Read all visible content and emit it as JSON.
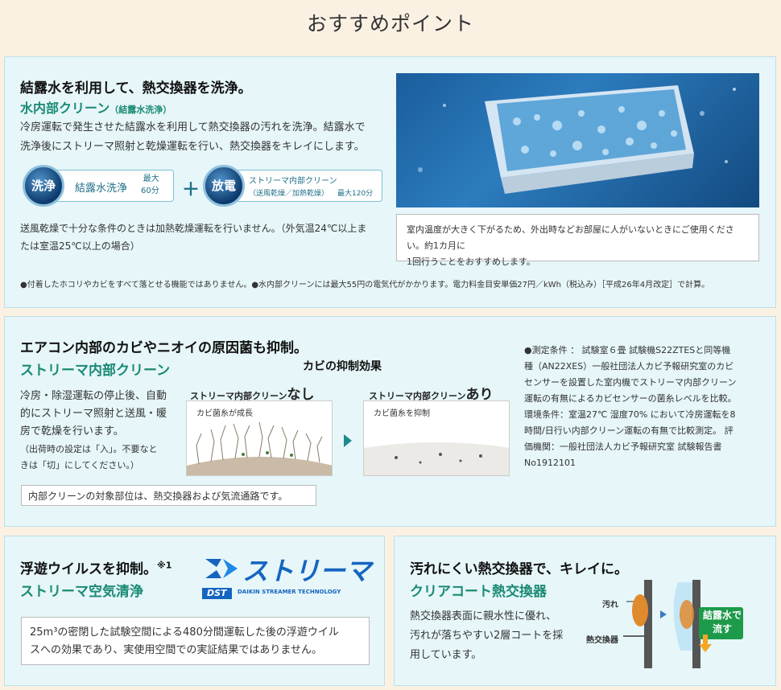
{
  "page_title": "おすすめポイント",
  "panel1": {
    "heading": "結露水を利用して、熱交換器を洗浄。",
    "subtitle": "水内部クリーン",
    "subtitle_note": "（結露水洗浄）",
    "body": [
      "冷房運転で発生させた結露水を利用して熱交換器の汚れを洗浄。結露水で",
      "洗浄後にストリーマ照射と乾燥運転を行い、熱交換器をキレイにします。"
    ],
    "step1": {
      "badge": "洗浄",
      "label": "結露水洗浄",
      "time_top": "最大",
      "time_bottom": "60分"
    },
    "plus": "＋",
    "step2": {
      "badge": "放電",
      "label": "ストリーマ内部クリーン",
      "label2": "（送風乾燥／加熱乾燥）",
      "time": "最大120分"
    },
    "condition": [
      "送風乾燥で十分な条件のときは加熱乾燥運転を行いません。（外気温24℃以上ま",
      "たは室温25℃以上の場合）"
    ],
    "side_note": [
      "室内温度が大きく下がるため、外出時などお部屋に人がいないときにご使用ください。約1カ月に",
      "1回行うことをおすすめします。"
    ],
    "footnote": "●付着したホコリやカビをすべて落とせる機能ではありません。●水内部クリーンには最大55円の電気代がかかります。電力料金目安単価27円／kWh（税込み）［平成26年4月改定］で計算。"
  },
  "panel2": {
    "heading": "エアコン内部のカビやニオイの原因菌も抑制。",
    "subtitle": "ストリーマ内部クリーン",
    "body": [
      "冷房・除湿運転の停止後、自動",
      "的にストリーマ照射と送風・暖",
      "房で乾燥を行います。"
    ],
    "paren": [
      "（出荷時の設定は「入」。不要なと",
      "きは「切」にしてください。）"
    ],
    "chart_title": "カビの抑制効果",
    "left_label_small": "ストリーマ内部クリーン",
    "left_label_big": "なし",
    "left_caption": "カビ菌糸が成長",
    "right_label_small": "ストリーマ内部クリーン",
    "right_label_big": "あり",
    "right_caption": "カビ菌糸を抑制",
    "target_note": "内部クリーンの対象部位は、熱交換器および気流通路です。",
    "conditions": [
      "●測定条件 ： 試験室６畳 試験機S22ZTESと同等機",
      "種（AN22XES）一般社団法人カビ予報研究室のカビ",
      "センサーを設置した室内機でストリーマ内部クリーン",
      "運転の有無によるカビセンサーの菌糸レベルを比較。",
      "環境条件：室温27℃ 湿度70% において冷房運転を8",
      "時間/日行い内部クリーン運転の有無で比較測定。 評",
      "価機関：一般社団法人カビ予報研究室 試験報告書",
      "No1912101"
    ]
  },
  "panel3": {
    "heading": "浮遊ウイルスを抑制。",
    "heading_mark": "※1",
    "subtitle": "ストリーマ空気清浄",
    "logo_text": "ストリーマ",
    "logo_dst": "DST",
    "logo_tagline": "DAIKIN STREAMER TECHNOLOGY",
    "note_lines": [
      "25m³の密閉した試験空間による480分間運転した後の浮遊ウイル",
      "スへの効果であり、実使用空間での実証結果ではありません。"
    ]
  },
  "panel4": {
    "heading": "汚れにくい熱交換器で、キレイに。",
    "subtitle": "クリアコート熱交換器",
    "body": [
      "熱交換器表面に親水性に優れ、",
      "汚れが落ちやすい2層コートを採",
      "用しています。"
    ],
    "label_dirt": "汚れ",
    "label_exchanger": "熱交換器",
    "flow_label": [
      "結露水で",
      "流す"
    ]
  },
  "colors": {
    "background": "#fbf1e3",
    "panel": "#e6f6f9",
    "accent_green": "#1a8a73",
    "brand_blue": "#1565c0"
  }
}
